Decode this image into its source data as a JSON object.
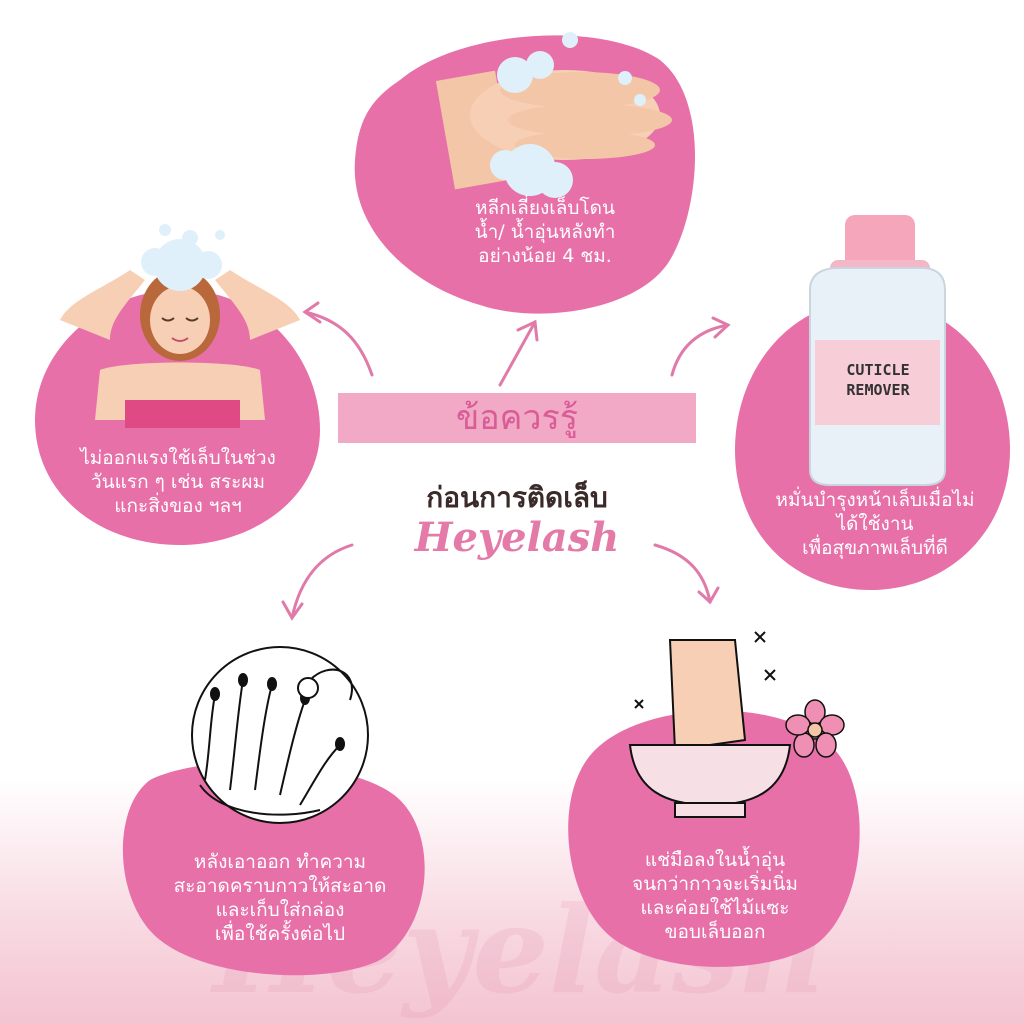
{
  "title": "ข้อควรรู้",
  "subtitle": "ก่อนการติดเล็บ",
  "brand": "Heyelash",
  "watermark": "Heyelash",
  "colors": {
    "blob": "#e870a8",
    "title_bar": "#f2a9c6",
    "title_text": "#d95c97",
    "arrow": "#e07aa8"
  },
  "steps": [
    {
      "id": "wash-hands",
      "lines": [
        "หลีกเลี่ยงเล็บโดน",
        "น้ำ/ น้ำอุ่นหลังทำ",
        "อย่างน้อย 4 ชม."
      ],
      "icon": "washing-hands-icon"
    },
    {
      "id": "no-force",
      "lines": [
        "ไม่ออกแรงใช้เล็บในช่วง",
        "วันแรก ๆ เช่น สระผม",
        "แกะสิ่งของ ฯลฯ"
      ],
      "icon": "woman-shampoo-icon"
    },
    {
      "id": "cuticle",
      "lines": [
        "หมั่นบำรุงหน้าเล็บเมื่อไม่",
        "ได้ใช้งาน",
        "เพื่อสุขภาพเล็บที่ดี"
      ],
      "icon": "cuticle-bottle-icon",
      "bottle_label": [
        "CUTICLE",
        "REMOVER"
      ]
    },
    {
      "id": "clean-after",
      "lines": [
        "หลังเอาออก ทำความ",
        "สะอาดคราบกาวให้สะอาด",
        "และเก็บใส่กล่อง",
        "เพื่อใช้ครั้งต่อไป"
      ],
      "icon": "hand-nails-icon"
    },
    {
      "id": "soak",
      "lines": [
        "แช่มือลงในน้ำอุ่น",
        "จนกว่ากาวจะเริ่มนิ่ม",
        "และค่อยใช้ไม้แซะ",
        "ขอบเล็บออก"
      ],
      "icon": "hand-bowl-icon"
    }
  ]
}
